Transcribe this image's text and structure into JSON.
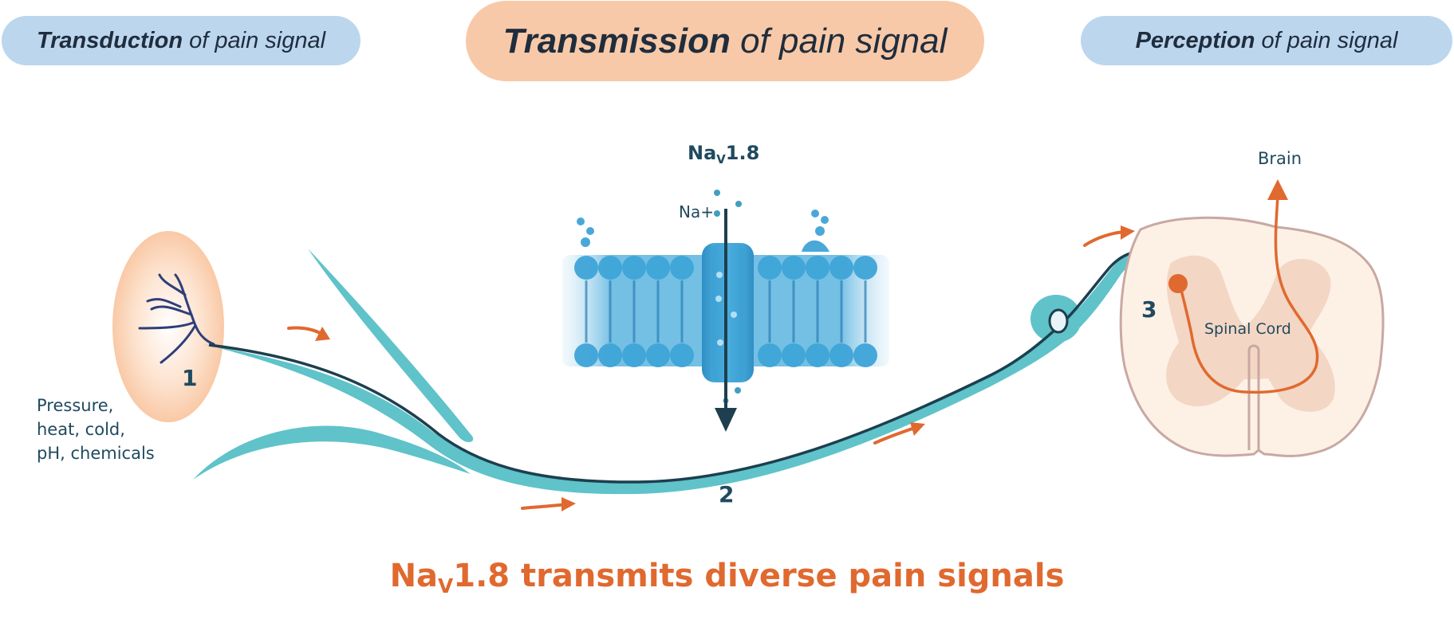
{
  "header": {
    "left": {
      "bold": "Transduction",
      "rest": " of pain signal"
    },
    "center": {
      "bold": "Transmission",
      "rest": " of pain signal"
    },
    "right": {
      "bold": "Perception",
      "rest": " of pain signal"
    }
  },
  "channel": {
    "name_main": "Na",
    "name_sub": "V",
    "name_tail": "1.8",
    "ion": "Na+"
  },
  "stimuli": {
    "line1": "Pressure,",
    "line2": "heat, cold,",
    "line3": "pH, chemicals"
  },
  "steps": {
    "one": "1",
    "two": "2",
    "three": "3"
  },
  "spinal": {
    "cord": "Spinal Cord",
    "brain": "Brain"
  },
  "footer": {
    "main": "Na",
    "sub": "V",
    "tail": "1.8 transmits diverse pain signals"
  },
  "colors": {
    "nerve": "#5fc3c9",
    "axon": "#1d3f4f",
    "arrow": "#e0692f",
    "header_side": "#bcd6ee",
    "header_main": "#f8c9a8"
  }
}
